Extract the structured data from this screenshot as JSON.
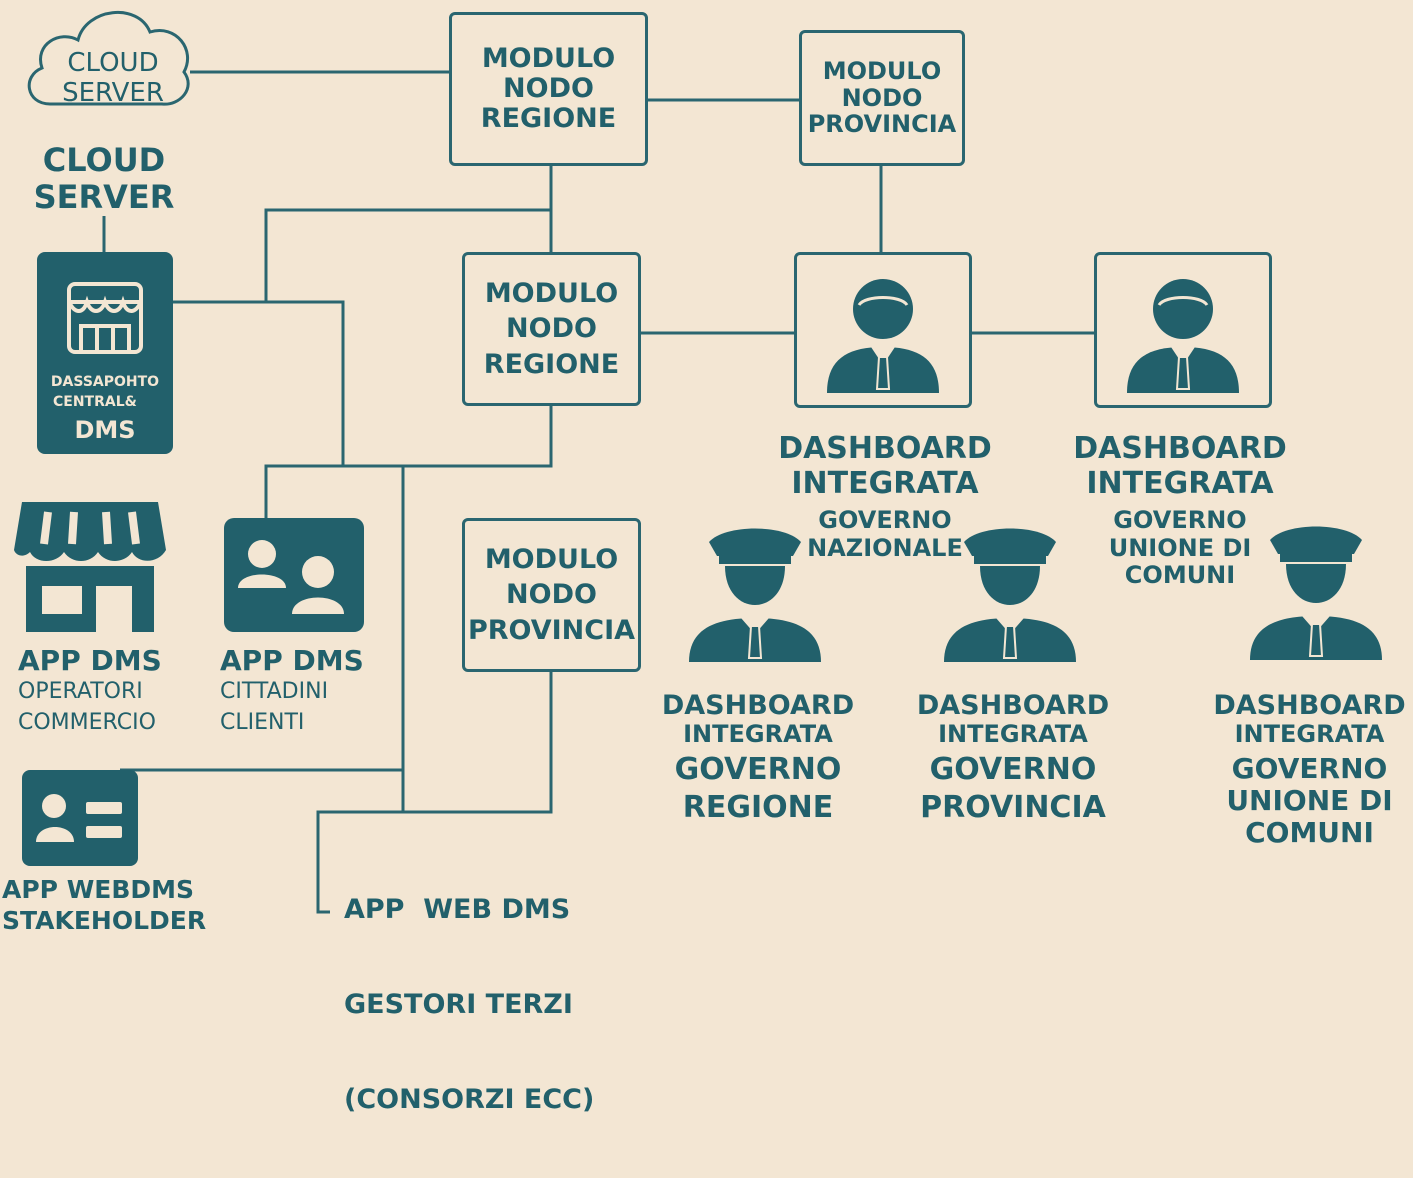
{
  "cloud_icon": {
    "line1": "CLOUD",
    "line2": "SERVER"
  },
  "cloud_server_heading": {
    "line1": "CLOUD",
    "line2": "SERVER"
  },
  "central_dms": {
    "line1": "DASSAPOHTO",
    "line2": "CENTRAL&",
    "line3": "DMS"
  },
  "modules": {
    "regione_top": {
      "line1": "MODULO",
      "line2": "NODO",
      "line3": "REGIONE"
    },
    "provincia_top": {
      "line1": "MODULO",
      "line2": "NODO",
      "line3": "PROVINCIA"
    },
    "regione_mid": {
      "line1": "MODULO",
      "line2": "NODO",
      "line3": "REGIONE"
    },
    "provincia_mid": {
      "line1": "MODULO",
      "line2": "NODO",
      "line3": "PROVINCIA"
    }
  },
  "apps": {
    "operatori": {
      "title": "APP DMS",
      "line1": "OPERATORI",
      "line2": "COMMERCIO"
    },
    "cittadini": {
      "title": "APP DMS",
      "line1": "CITTADINI",
      "line2": "CLIENTI"
    },
    "stakeholder": {
      "line1": "APP WEBDMS",
      "line2": "STAKEHOLDER"
    },
    "gestori": {
      "line1": "APP  WEB DMS",
      "line2": "GESTORI TERZI",
      "line3": "(CONSORZI ECC)"
    }
  },
  "dashboards": {
    "nazionale": {
      "line1": "DASHBOARD",
      "line2": "INTEGRATA",
      "line3": "GOVERNO",
      "line4": "NAZIONALE"
    },
    "unione_top": {
      "line1": "DASHBOARD",
      "line2": "INTEGRATA",
      "line3": "GOVERNO",
      "line4": "UNIONE DI",
      "line5": "COMUNI"
    },
    "regione": {
      "line1": "DASHBOARD",
      "line2": "INTEGRATA",
      "line3": "GOVERNO",
      "line4": "REGIONE"
    },
    "provincia": {
      "line1": "DASHBOARD",
      "line2": "INTEGRATA",
      "line3": "GOVERNO",
      "line4": "PROVINCIA"
    },
    "unione_bottom": {
      "line1": "DASHBOARD",
      "line2": "INTEGRATA",
      "line3": "GOVERNO",
      "line4": "UNIONE DI",
      "line5": "COMUNI"
    }
  },
  "colors": {
    "background": "#f3e6d3",
    "primary": "#22606b",
    "line": "#2a6670"
  }
}
